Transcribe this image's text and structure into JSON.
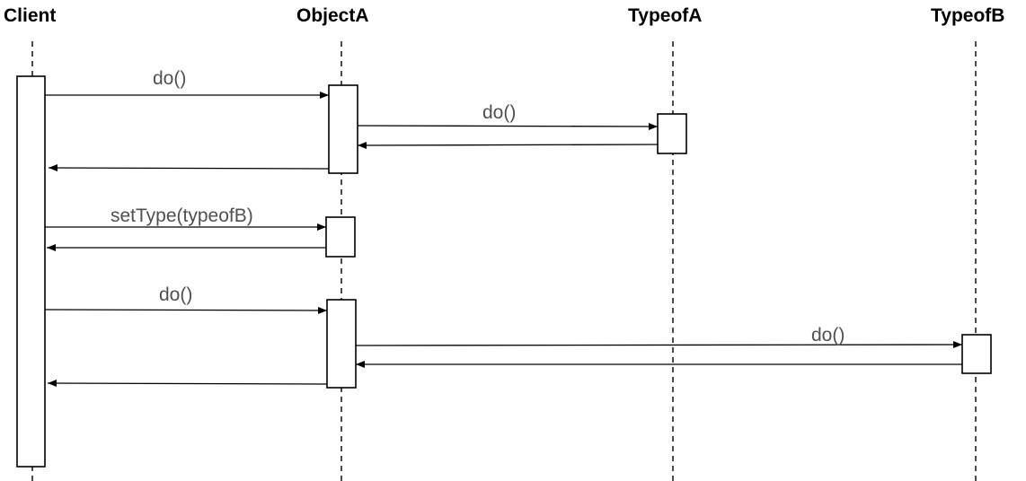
{
  "participants": [
    {
      "id": "client",
      "label": "Client"
    },
    {
      "id": "objectA",
      "label": "ObjectA"
    },
    {
      "id": "typeofA",
      "label": "TypeofA"
    },
    {
      "id": "typeofB",
      "label": "TypeofB"
    }
  ],
  "messages": [
    {
      "id": "m1",
      "from": "client",
      "to": "objectA",
      "label": "do()",
      "kind": "call"
    },
    {
      "id": "m2",
      "from": "objectA",
      "to": "typeofA",
      "label": "do()",
      "kind": "call"
    },
    {
      "id": "m3",
      "from": "typeofA",
      "to": "objectA",
      "label": "",
      "kind": "return"
    },
    {
      "id": "m4",
      "from": "objectA",
      "to": "client",
      "label": "",
      "kind": "return"
    },
    {
      "id": "m5",
      "from": "client",
      "to": "objectA",
      "label": "setType(typeofB)",
      "kind": "call"
    },
    {
      "id": "m6",
      "from": "objectA",
      "to": "client",
      "label": "",
      "kind": "return"
    },
    {
      "id": "m7",
      "from": "client",
      "to": "objectA",
      "label": "do()",
      "kind": "call"
    },
    {
      "id": "m8",
      "from": "objectA",
      "to": "typeofB",
      "label": "do()",
      "kind": "call"
    },
    {
      "id": "m9",
      "from": "typeofB",
      "to": "objectA",
      "label": "",
      "kind": "return"
    },
    {
      "id": "m10",
      "from": "objectA",
      "to": "client",
      "label": "",
      "kind": "return"
    }
  ],
  "colors": {
    "line": "#000000",
    "message_text": "#505050",
    "participant_text": "#000000"
  }
}
